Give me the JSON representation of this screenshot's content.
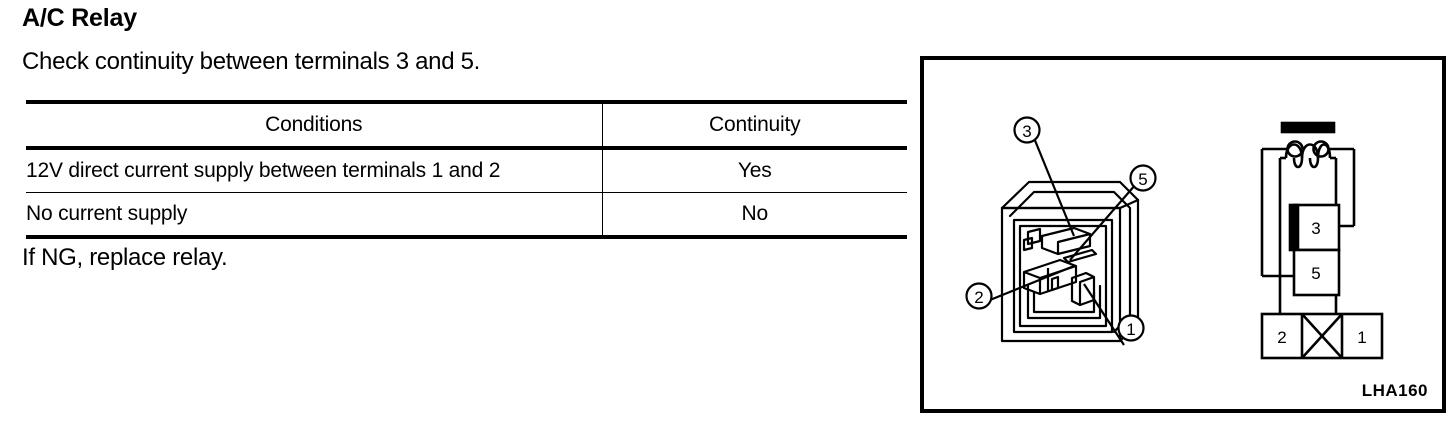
{
  "page": {
    "title": "A/C Relay",
    "instruction": "Check continuity between terminals 3 and 5.",
    "closing_note": "If NG, replace relay."
  },
  "table": {
    "columns": [
      "Conditions",
      "Continuity"
    ],
    "rows": [
      {
        "condition": "12V direct current supply between terminals 1 and 2",
        "continuity": "Yes"
      },
      {
        "condition": "No current supply",
        "continuity": "No"
      }
    ]
  },
  "illustration": {
    "figure_code": "LHA160",
    "relay_photo_callouts": [
      {
        "label": "3",
        "position": "top-left"
      },
      {
        "label": "5",
        "position": "top-right"
      },
      {
        "label": "2",
        "position": "bottom-left"
      },
      {
        "label": "1",
        "position": "bottom-right"
      }
    ],
    "schematic": {
      "contact_terminals": [
        "3",
        "5"
      ],
      "connector_terminals": [
        "2",
        "1"
      ],
      "connector_middle_cell": "X",
      "coil_loops": 3
    }
  }
}
